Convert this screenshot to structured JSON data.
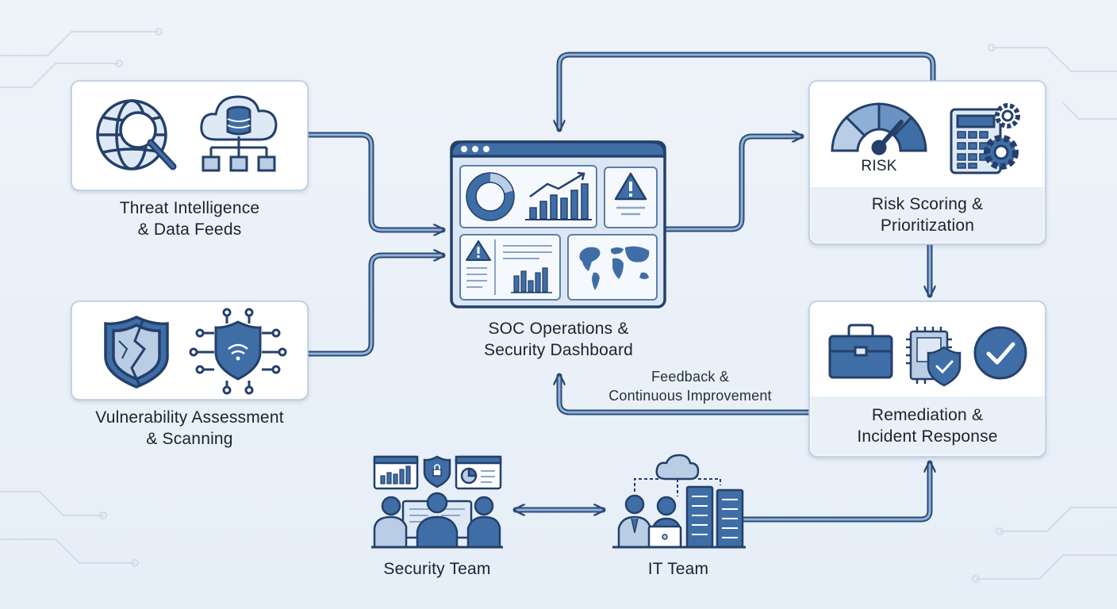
{
  "nodes": {
    "threat_intel": {
      "line1": "Threat Intelligence",
      "line2": "& Data Feeds"
    },
    "vulnerability": {
      "line1": "Vulnerability Assessment",
      "line2": "& Scanning"
    },
    "soc": {
      "line1": "SOC Operations &",
      "line2": "Security Dashboard"
    },
    "risk": {
      "line1": "Risk Scoring &",
      "line2": "Prioritization",
      "gauge_text": "RISK"
    },
    "remediation": {
      "line1": "Remediation &",
      "line2": "Incident Response"
    },
    "security_team": {
      "label": "Security Team"
    },
    "it_team": {
      "label": "IT Team"
    }
  },
  "edges": {
    "feedback": {
      "line1": "Feedback &",
      "line2": "Continuous Improvement"
    }
  },
  "colors": {
    "primary": "#3f6ea6",
    "primary_dark": "#24406a",
    "stroke": "#2d4a73",
    "light_fill": "#e3ecf7",
    "card_band": "#e9f0f8",
    "background": "#eaf1f8"
  }
}
